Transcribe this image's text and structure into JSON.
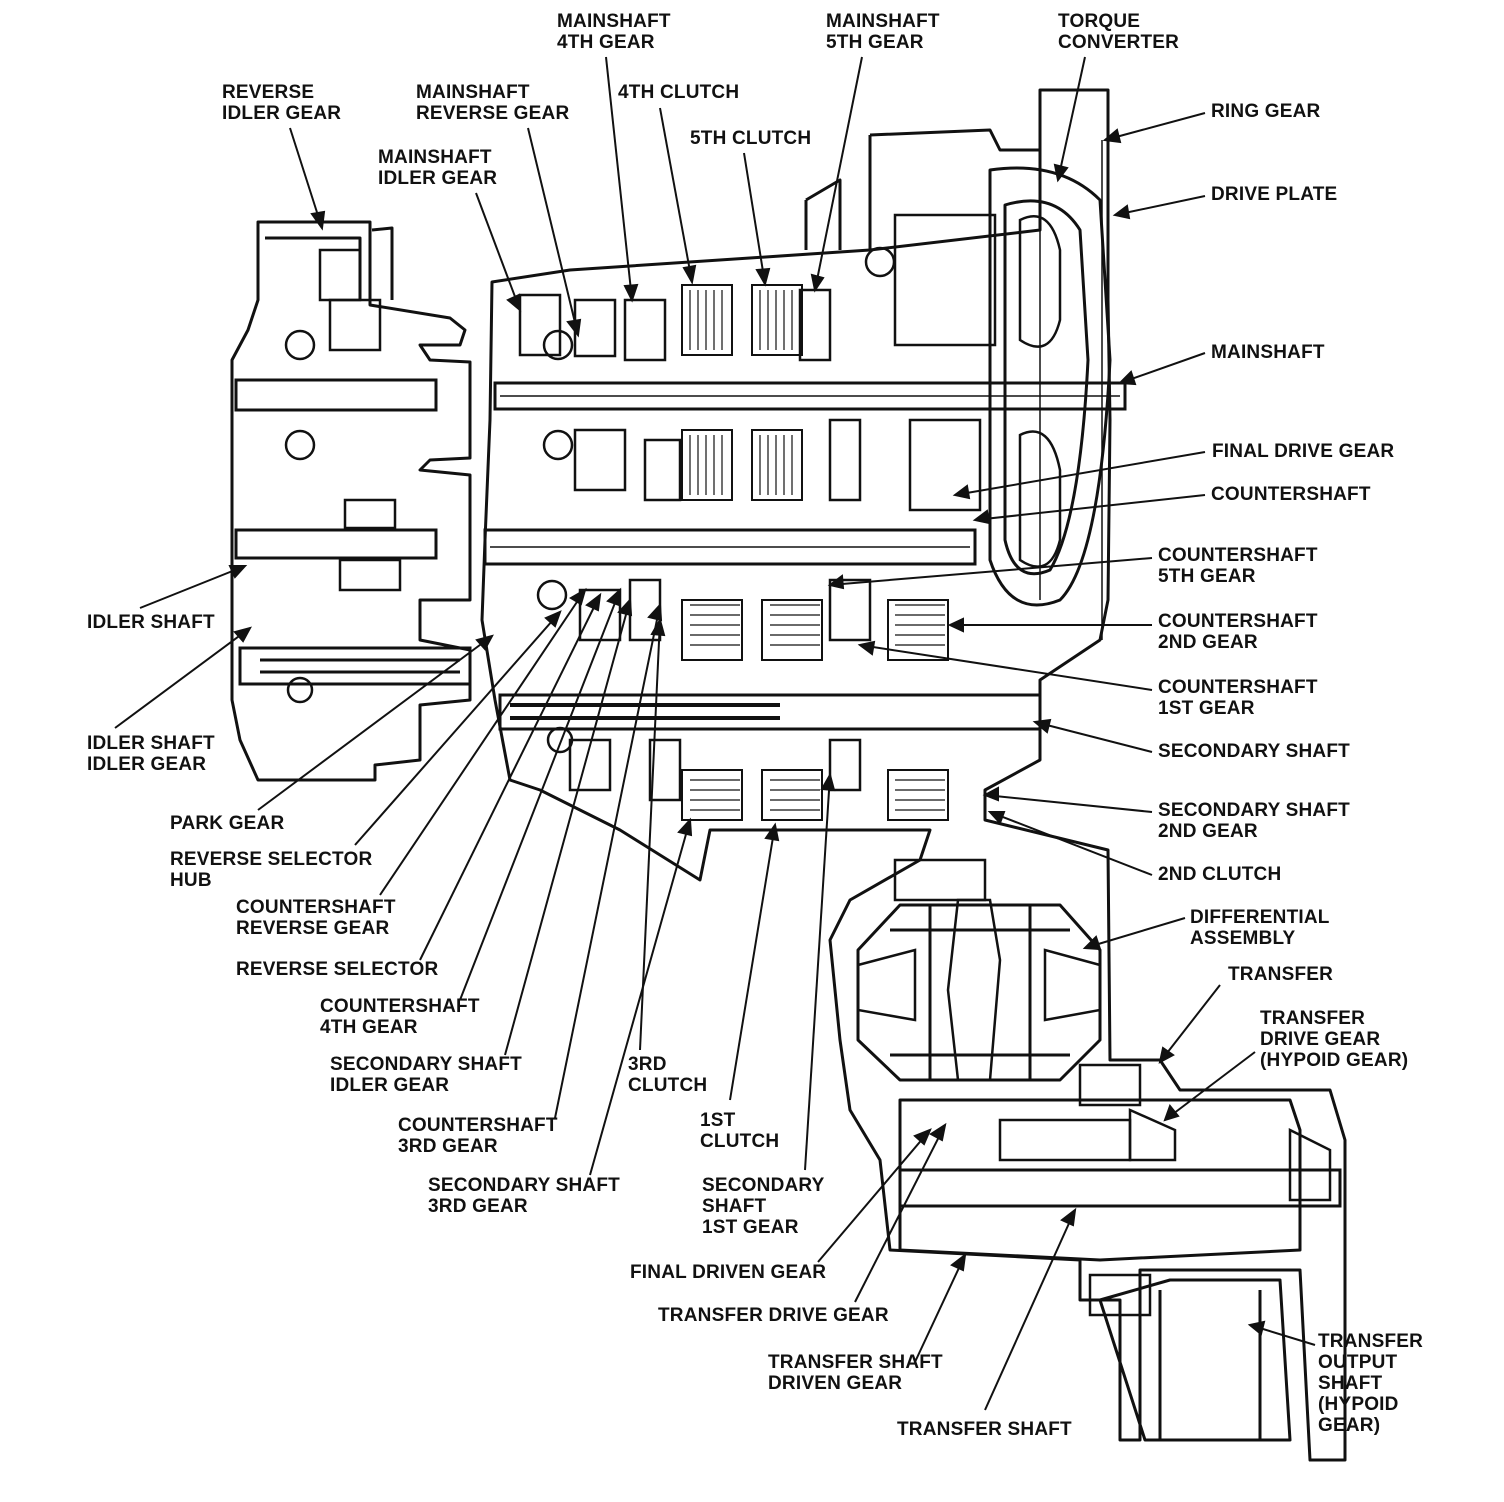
{
  "colors": {
    "ink": "#111111",
    "paper": "#ffffff"
  },
  "labels": {
    "reverse_idler_gear": "REVERSE\nIDLER GEAR",
    "mainshaft_reverse_gear": "MAINSHAFT\nREVERSE GEAR",
    "mainshaft_idler_gear": "MAINSHAFT\nIDLER GEAR",
    "mainshaft_4th_gear": "MAINSHAFT\n4TH GEAR",
    "clutch_4th": "4TH CLUTCH",
    "clutch_5th": "5TH CLUTCH",
    "mainshaft_5th_gear": "MAINSHAFT\n5TH GEAR",
    "torque_converter": "TORQUE\nCONVERTER",
    "ring_gear": "RING GEAR",
    "drive_plate": "DRIVE PLATE",
    "mainshaft": "MAINSHAFT",
    "final_drive_gear": "FINAL DRIVE GEAR",
    "countershaft": "COUNTERSHAFT",
    "countershaft_5th_gear": "COUNTERSHAFT\n5TH GEAR",
    "countershaft_2nd_gear": "COUNTERSHAFT\n2ND GEAR",
    "countershaft_1st_gear": "COUNTERSHAFT\n1ST GEAR",
    "secondary_shaft": "SECONDARY SHAFT",
    "secondary_shaft_2nd_gear": "SECONDARY SHAFT\n2ND GEAR",
    "clutch_2nd": "2ND CLUTCH",
    "differential_assembly": "DIFFERENTIAL\nASSEMBLY",
    "transfer": "TRANSFER",
    "transfer_drive_gear_hypoid": "TRANSFER\nDRIVE GEAR\n(HYPOID GEAR)",
    "transfer_output_shaft": "TRANSFER\nOUTPUT\nSHAFT\n(HYPOID\nGEAR)",
    "idler_shaft": "IDLER SHAFT",
    "idler_shaft_idler_gear": "IDLER SHAFT\nIDLER GEAR",
    "park_gear": "PARK GEAR",
    "reverse_selector_hub": "REVERSE SELECTOR\nHUB",
    "countershaft_reverse_gear": "COUNTERSHAFT\nREVERSE GEAR",
    "reverse_selector": "REVERSE SELECTOR",
    "countershaft_4th_gear": "COUNTERSHAFT\n4TH GEAR",
    "secondary_shaft_idler_gear": "SECONDARY SHAFT\nIDLER GEAR",
    "clutch_3rd": "3RD\nCLUTCH",
    "countershaft_3rd_gear": "COUNTERSHAFT\n3RD GEAR",
    "clutch_1st": "1ST\nCLUTCH",
    "secondary_shaft_3rd_gear": "SECONDARY SHAFT\n3RD GEAR",
    "secondary_shaft_1st_gear": "SECONDARY\nSHAFT\n1ST GEAR",
    "final_driven_gear": "FINAL DRIVEN GEAR",
    "transfer_drive_gear": "TRANSFER DRIVE GEAR",
    "transfer_shaft_driven_gear": "TRANSFER SHAFT\nDRIVEN GEAR",
    "transfer_shaft": "TRANSFER SHAFT"
  }
}
